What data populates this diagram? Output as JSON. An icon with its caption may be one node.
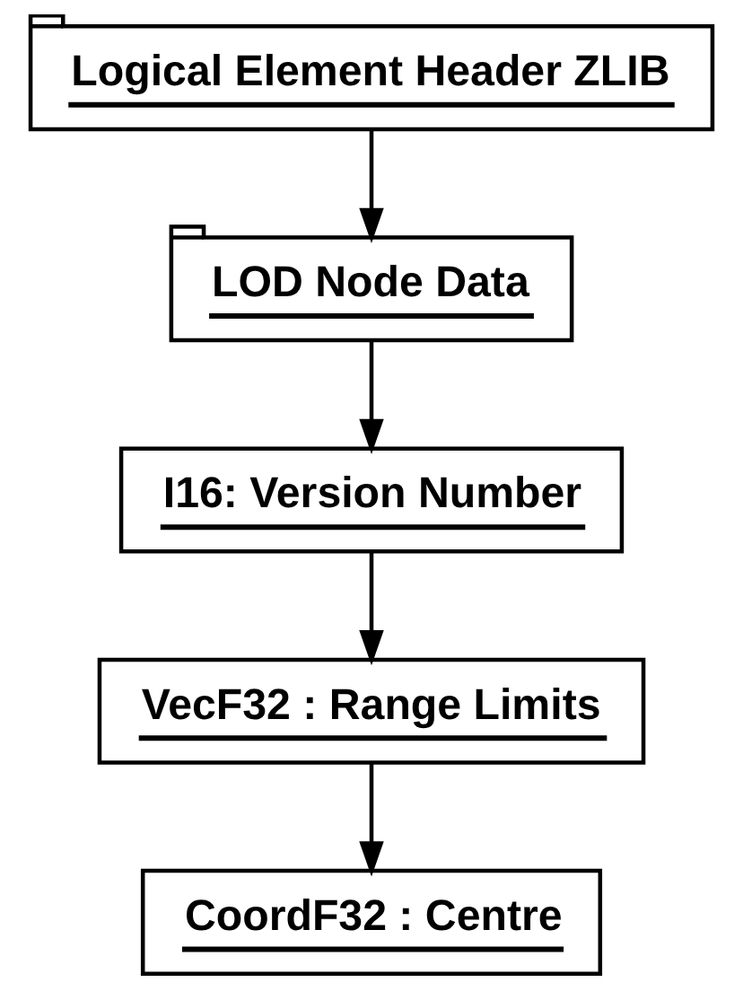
{
  "diagram": {
    "nodes": [
      {
        "text": [
          "Logical Element Header ZLIB"
        ]
      },
      {
        "text": [
          "LOD Node Data"
        ]
      },
      {
        "text": [
          "I16: Version Number"
        ]
      },
      {
        "text": [
          "VecF32 : Range Limits"
        ]
      },
      {
        "text": [
          "CoordF32 : Centre"
        ]
      }
    ],
    "edges": [
      {
        "from": 0,
        "to": 1,
        "arrow": "to"
      },
      {
        "from": 1,
        "to": 2,
        "arrow": "to"
      },
      {
        "from": 2,
        "to": 3,
        "arrow": "to"
      },
      {
        "from": 3,
        "to": 4,
        "arrow": "to"
      }
    ]
  }
}
